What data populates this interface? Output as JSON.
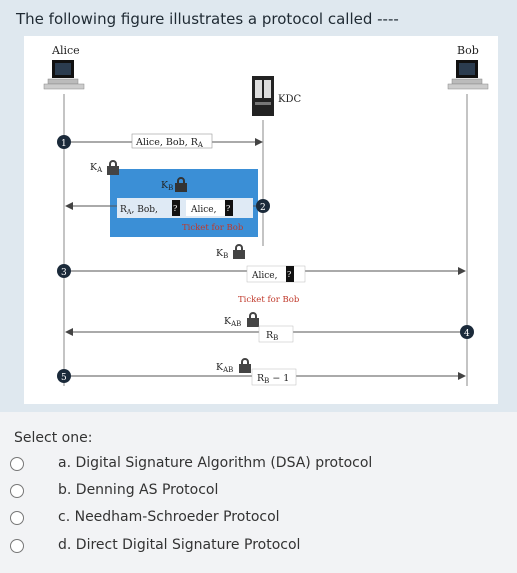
{
  "question": {
    "text": "The following figure illustrates a protocol called ----"
  },
  "figure": {
    "alice_label": "Alice",
    "bob_label": "Bob",
    "kdc_label": "KDC",
    "steps": [
      "1",
      "2",
      "3",
      "4",
      "5"
    ],
    "msg1_label": "Alice, Bob, R",
    "msg1_sub": "A",
    "ka_label": "K",
    "ka_sub": "A",
    "kb_label": "K",
    "kb_sub": "B",
    "inner_ra_bob": "R",
    "inner_ra_sub": "A",
    "inner_bob": ", Bob,",
    "inner_alice": "Alice,",
    "ticket_label": "Ticket for Bob",
    "msg3_alice": "Alice,",
    "msg3_ticket": "Ticket for Bob",
    "kab_label": "K",
    "kab_sub": "AB",
    "rb_label": "R",
    "rb_sub": "B",
    "rb_minus": "R",
    "rb_minus_sub": "B",
    "rb_minus_suffix": " − 1",
    "key_glyph": "?"
  },
  "answers": {
    "select_label": "Select one:",
    "options": [
      "a. Digital Signature Algorithm (DSA) protocol",
      "b. Denning AS Protocol",
      "c. Needham-Schroeder Protocol",
      "d. Direct Digital Signature Protocol"
    ]
  },
  "colors": {
    "blue_box": "#3b8fd6",
    "step_circle": "#1b2a3a",
    "lock_fill": "#444444"
  }
}
